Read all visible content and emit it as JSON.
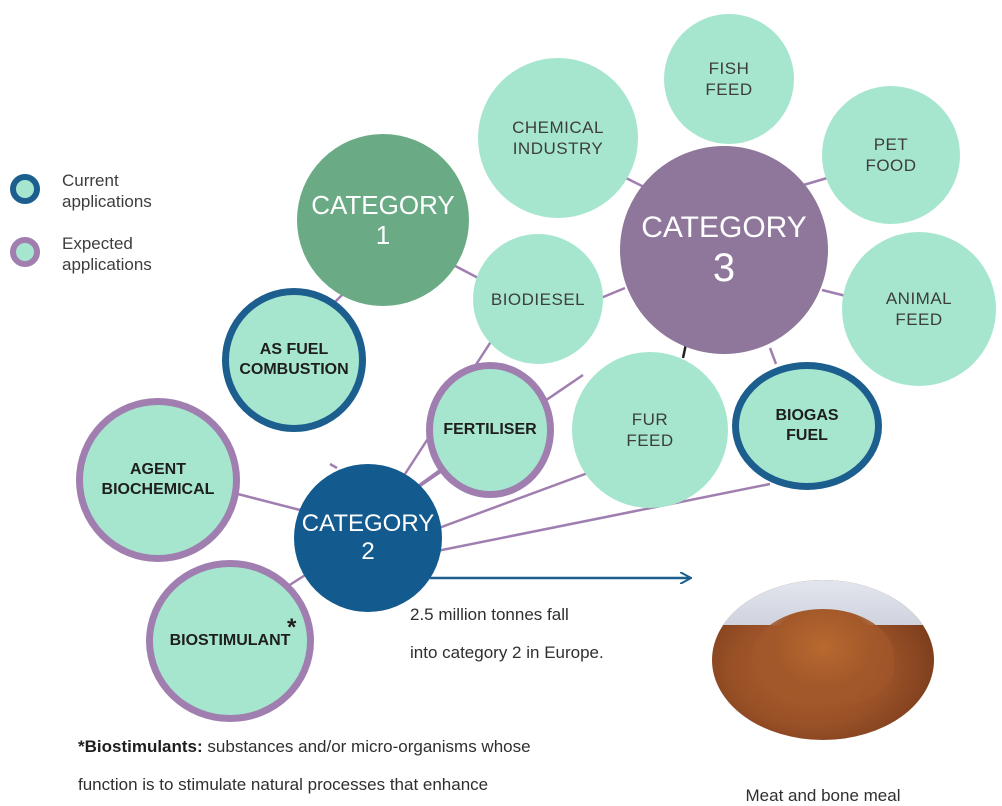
{
  "legend": {
    "current_label": "Current\napplications",
    "expected_label": "Expected\napplications",
    "current_border_color": "#1c5f8e",
    "expected_border_color": "#a07fb0"
  },
  "categories": {
    "cat1": {
      "label": "CATEGORY\n1",
      "color": "#6aab86"
    },
    "cat2": {
      "label": "CATEGORY\n2",
      "color": "#135a8e"
    },
    "cat3": {
      "label_top": "CATEGORY",
      "label_number": "3",
      "color": "#8e779b"
    }
  },
  "applications": {
    "chemical_industry": "CHEMICAL\nINDUSTRY",
    "fish_feed": "FISH\nFEED",
    "pet_food": "PET\nFOOD",
    "animal_feed": "ANIMAL\nFEED",
    "biodiesel": "BIODIESEL",
    "fur_feed": "FUR\nFEED",
    "as_fuel_combustion": "AS FUEL\nCOMBUSTION",
    "fertiliser": "FERTILISER",
    "biogas_fuel": "BIOGAS\nFUEL",
    "agent_biochemical": "AGENT\nBIOCHEMICAL",
    "biostimulant": "BIOSTIMULANT",
    "biostimulant_mark": "*"
  },
  "arrow_note": {
    "line1": "2.5 million tonnes fall",
    "line2": "into category 2 in Europe."
  },
  "footnote": {
    "term": "*Biostimulants:",
    "line1_rest": " substances and/or micro-organisms whose",
    "line2": "function is to stimulate natural processes that enhance"
  },
  "photo_caption": "Meat and bone meal",
  "colors": {
    "app_fill": "#a6e6cf",
    "connector": "#a07fb0",
    "arrow": "#1c5f8e"
  }
}
